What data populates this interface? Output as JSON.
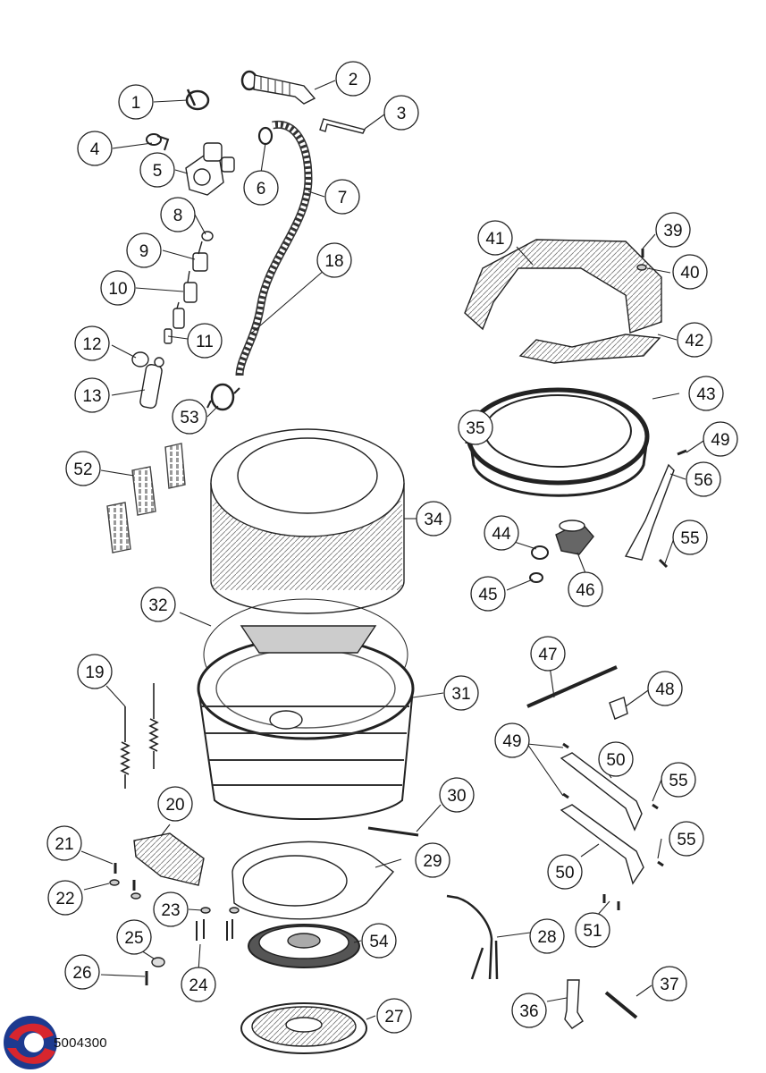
{
  "diagram": {
    "doc_code": "5004300",
    "brand_colors": {
      "red": "#d7262e",
      "blue": "#1d3a8f"
    },
    "callouts": [
      "1",
      "2",
      "3",
      "4",
      "5",
      "6",
      "7",
      "8",
      "9",
      "10",
      "11",
      "12",
      "13",
      "18",
      "52",
      "53",
      "35",
      "39",
      "40",
      "41",
      "42",
      "43",
      "49",
      "56",
      "55",
      "44",
      "45",
      "46",
      "34",
      "32",
      "19",
      "31",
      "47",
      "48",
      "49",
      "50",
      "55",
      "30",
      "20",
      "21",
      "22",
      "23",
      "29",
      "55",
      "50",
      "51",
      "25",
      "54",
      "28",
      "26",
      "24",
      "36",
      "37",
      "27"
    ]
  }
}
